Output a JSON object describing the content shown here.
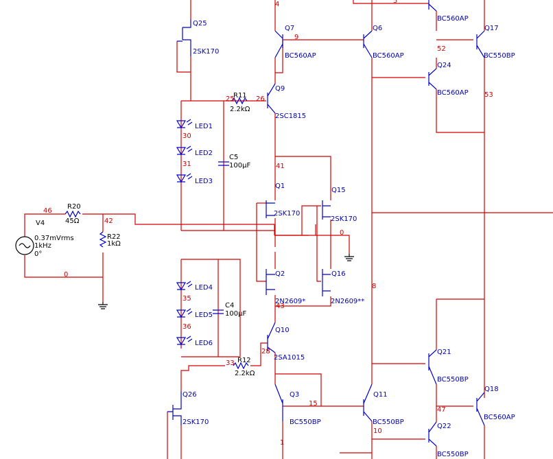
{
  "components": {
    "q25": {
      "ref": "Q25",
      "model": "2SK170"
    },
    "q7": {
      "ref": "Q7",
      "model": "BC560AP"
    },
    "q6": {
      "ref": "Q6",
      "model": "BC560AP"
    },
    "q9": {
      "ref": "Q9",
      "model": "2SC1815"
    },
    "q1": {
      "ref": "Q1",
      "model": "2SK170"
    },
    "q15": {
      "ref": "Q15",
      "model": "2SK170"
    },
    "q2": {
      "ref": "Q2",
      "model": "2N2609*"
    },
    "q16": {
      "ref": "Q16",
      "model": "2N2609**"
    },
    "q10": {
      "ref": "Q10",
      "model": "2SA1015"
    },
    "q26": {
      "ref": "Q26",
      "model": "2SK170"
    },
    "q3": {
      "ref": "Q3",
      "model": "BC550BP"
    },
    "q11": {
      "ref": "Q11",
      "model": "BC550BP"
    },
    "q24": {
      "ref": "Q24",
      "model": "BC560AP"
    },
    "q17": {
      "ref": "Q17",
      "model": "BC550BP"
    },
    "q21": {
      "ref": "Q21",
      "model": "BC550BP"
    },
    "q22": {
      "ref": "Q22",
      "model": "BC550BP"
    },
    "q18": {
      "ref": "Q18",
      "model": "BC560AP"
    },
    "q_top": {
      "model": "BC560AP"
    },
    "r11": {
      "ref": "R11",
      "value": "2.2kΩ"
    },
    "r12": {
      "ref": "R12",
      "value": "2.2kΩ"
    },
    "r20": {
      "ref": "R20",
      "value": "45Ω"
    },
    "r22": {
      "ref": "R22",
      "value": "1kΩ"
    },
    "c5": {
      "ref": "C5",
      "value": "100µF"
    },
    "c4": {
      "ref": "C4",
      "value": "100µF"
    },
    "led1": "LED1",
    "led2": "LED2",
    "led3": "LED3",
    "led4": "LED4",
    "led5": "LED5",
    "led6": "LED6",
    "v4": {
      "ref": "V4",
      "amplitude": "0.37mVrms",
      "frequency": "1kHz",
      "phase": "0°"
    }
  },
  "nodes": {
    "n4": "4",
    "n5": "5",
    "n9": "9",
    "n52": "52",
    "n53": "53",
    "n25": "25",
    "n26": "26",
    "n30": "30",
    "n31": "31",
    "n41": "41",
    "n46": "46",
    "n42": "42",
    "n0a": "0",
    "n0b": "0",
    "n8": "8",
    "n35": "35",
    "n36": "36",
    "n43": "43",
    "n28": "28",
    "n33": "33",
    "n15": "15",
    "n47": "47",
    "n10": "10",
    "n1": "1"
  }
}
